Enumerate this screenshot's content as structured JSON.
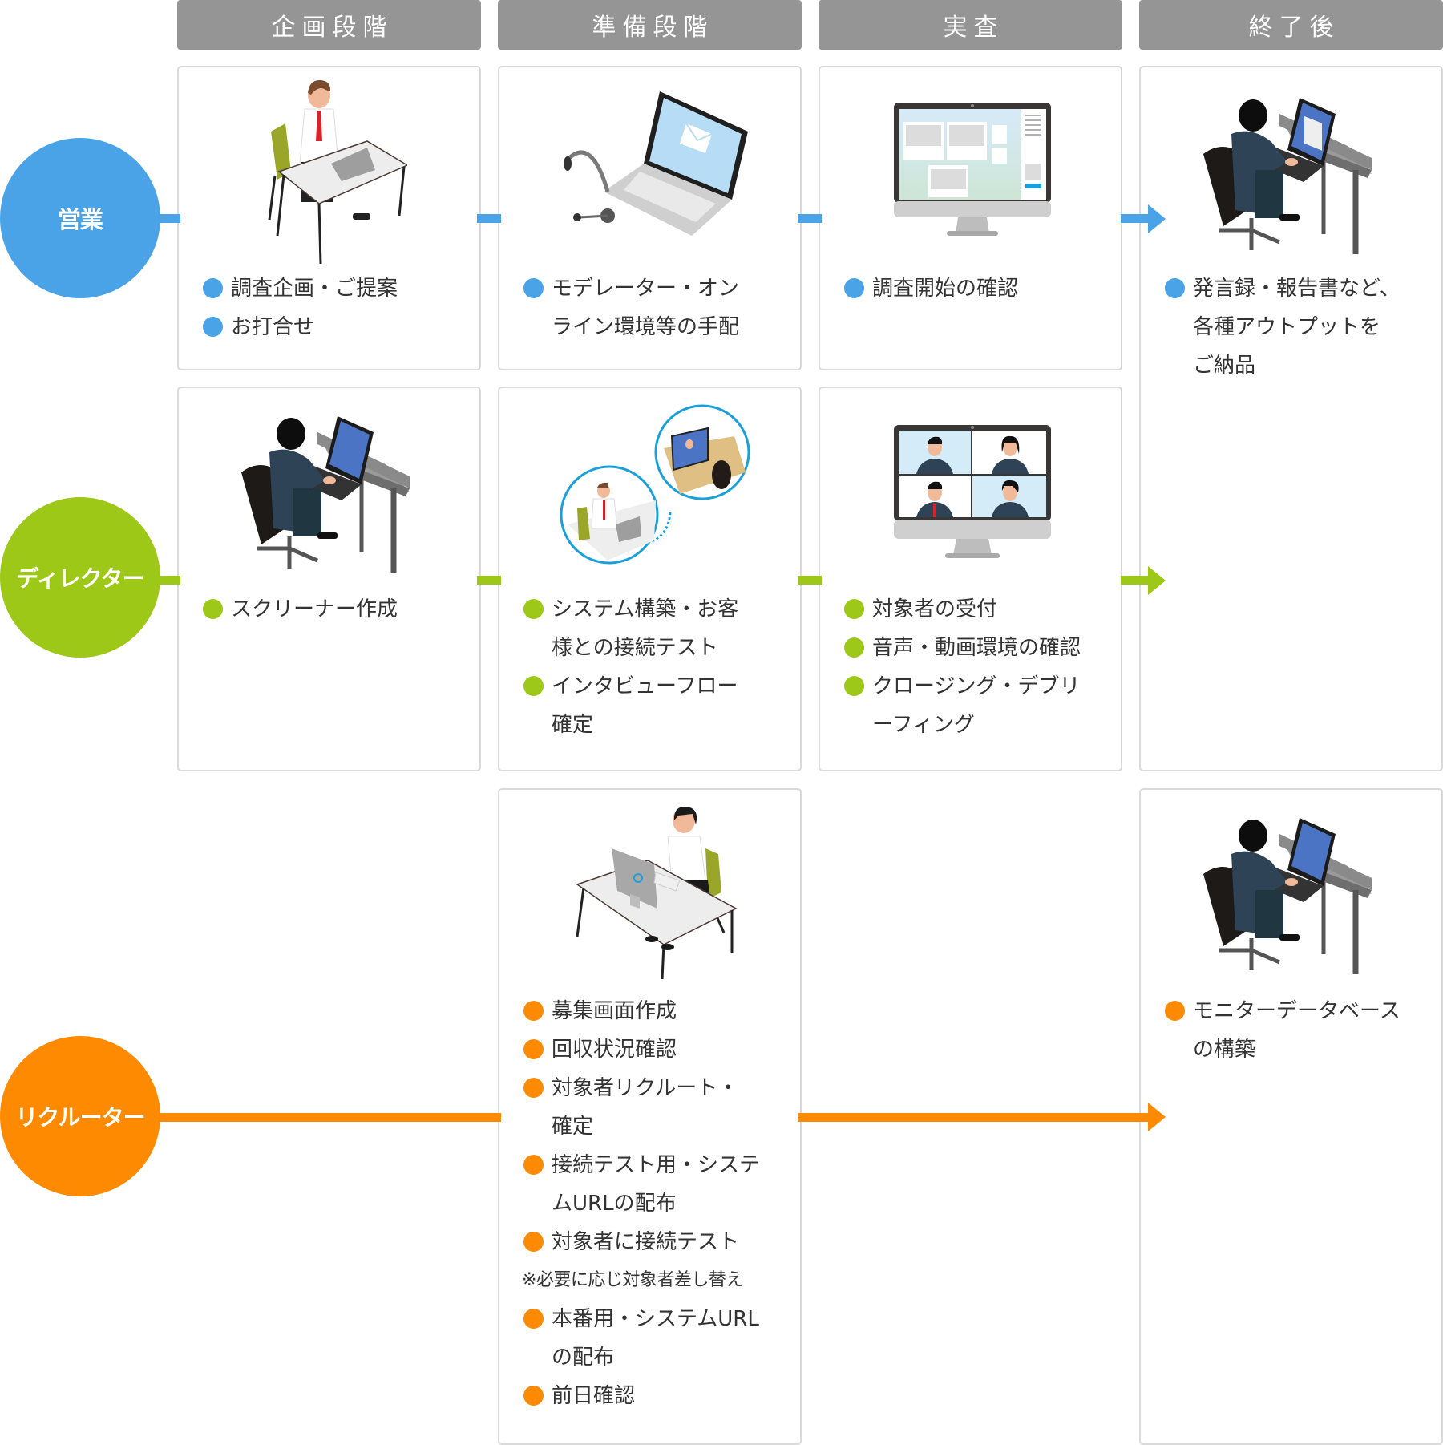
{
  "colors": {
    "header_bg": "#959595",
    "card_border": "#dadada",
    "sales": "#4aa3e6",
    "director": "#9dc817",
    "recruiter": "#fd8a00",
    "text": "#333333"
  },
  "phases": [
    {
      "label": "企画段階"
    },
    {
      "label": "準備段階"
    },
    {
      "label": "実査"
    },
    {
      "label": "終了後"
    }
  ],
  "roles": {
    "sales": {
      "label": "営業"
    },
    "director": {
      "label": "ディレクター"
    },
    "recruiter": {
      "label": "リクルーター"
    }
  },
  "cards": {
    "sales_planning": {
      "illustration": "man-with-headset-at-desk-icon",
      "tasks": [
        "調査企画・ご提案",
        "お打合せ"
      ]
    },
    "sales_preparation": {
      "illustration": "laptop-with-mail-and-headset-icon",
      "tasks": [
        "モデレーター・オン\nライン環境等の手配"
      ]
    },
    "sales_fieldwork": {
      "illustration": "monitor-dashboard-icon",
      "tasks": [
        "調査開始の確認"
      ]
    },
    "after_delivery": {
      "illustration": "man-typing-report-on-laptop-icon",
      "tasks": [
        "発言録・報告書など、\n各種アウトプットを\nご納品"
      ]
    },
    "director_planning": {
      "illustration": "man-typing-report-on-laptop-icon",
      "tasks": [
        "スクリーナー作成"
      ]
    },
    "director_preparation": {
      "illustration": "online-connection-test-icon",
      "tasks": [
        "システム構築・お客\n様との接続テスト",
        "インタビューフロー\n確定"
      ]
    },
    "director_fieldwork": {
      "illustration": "video-conference-monitor-icon",
      "tasks": [
        "対象者の受付",
        "音声・動画環境の確認",
        "クロージング・デブリ\nーフィング"
      ]
    },
    "recruiter_preparation": {
      "illustration": "woman-with-headset-at-desk-icon",
      "tasks": [
        "募集画面作成",
        "回収状況確認",
        "対象者リクルート・\n確定",
        "接続テスト用・システ\nムURLの配布",
        "対象者に接続テスト"
      ],
      "note": "※必要に応じ対象者差し替え",
      "tasks_after_note": [
        "本番用・システムURL\nの配布",
        "前日確認"
      ]
    },
    "recruiter_after": {
      "illustration": "man-typing-report-on-laptop-icon",
      "tasks": [
        "モニターデータベース\nの構築"
      ]
    }
  }
}
